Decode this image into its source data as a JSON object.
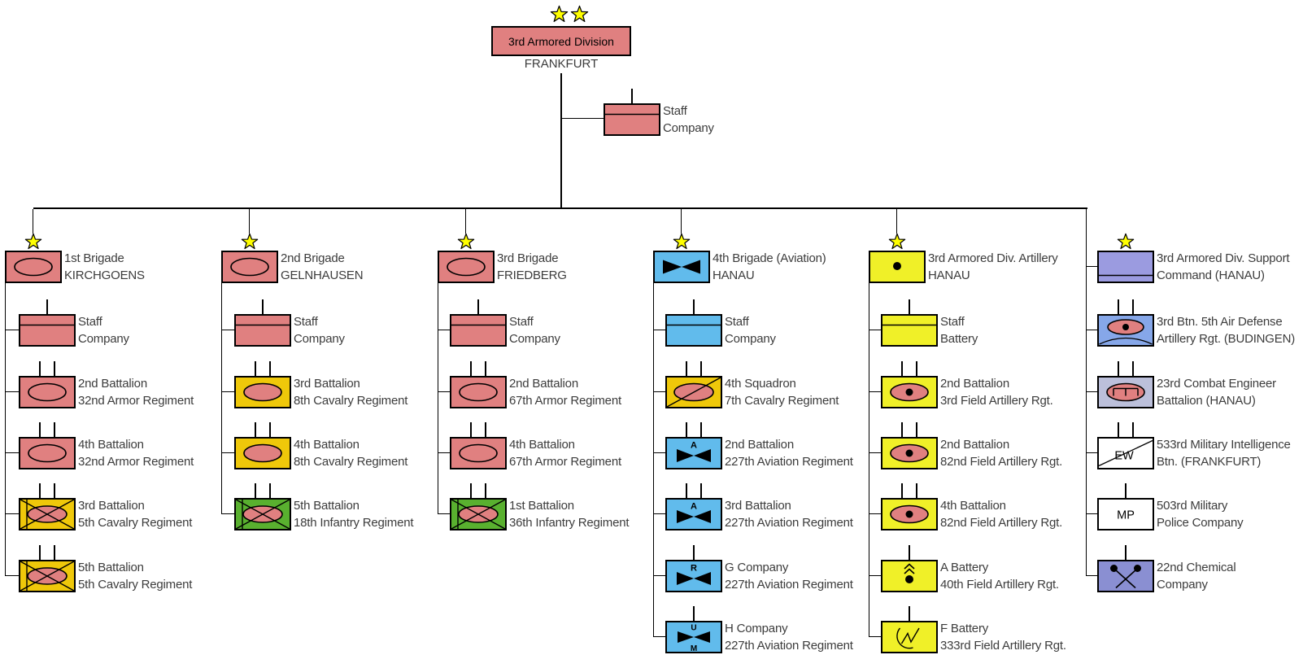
{
  "colors": {
    "armor_salmon": "#E08080",
    "cavalry_gold": "#EFC80A",
    "artillery_yellow": "#F0F028",
    "infantry_green": "#59B02F",
    "aviation_blue": "#61BBEC",
    "air_defense_blue": "#86A7E9",
    "engineer_lavender": "#BCC0DB",
    "support_periwinkle": "#9B9BE0",
    "chemical_periwinkle": "#8A8FD2",
    "white": "#FFFFFF",
    "star_yellow": "#FFFF00",
    "line_black": "#000000",
    "label_gray": "#3C3C3C"
  },
  "division": {
    "name": "3rd Armored Division",
    "location": "FRANKFURT",
    "stars": 2,
    "color": "armor_salmon",
    "staff": {
      "line1": "Staff",
      "line2": "Company",
      "symbol": "staff",
      "color": "armor_salmon",
      "ticks": 1
    }
  },
  "columns": [
    {
      "head": {
        "line1": "1st Brigade",
        "line2": "KIRCHGOENS",
        "symbol": "armor",
        "color": "armor_salmon",
        "star": true
      },
      "units": [
        {
          "line1": "Staff",
          "line2": "Company",
          "symbol": "staff",
          "color": "armor_salmon",
          "ticks": 1
        },
        {
          "line1": "2nd Battalion",
          "line2": "32nd Armor Regiment",
          "symbol": "armor",
          "color": "armor_salmon",
          "ticks": 2
        },
        {
          "line1": "4th Battalion",
          "line2": "32nd Armor Regiment",
          "symbol": "armor",
          "color": "armor_salmon",
          "ticks": 2
        },
        {
          "line1": "3rd Battalion",
          "line2": "5th Cavalry Regiment",
          "symbol": "mech",
          "color": "cavalry_gold",
          "ticks": 2
        },
        {
          "line1": "5th Battalion",
          "line2": "5th Cavalry Regiment",
          "symbol": "mech",
          "color": "cavalry_gold",
          "ticks": 2
        }
      ]
    },
    {
      "head": {
        "line1": "2nd Brigade",
        "line2": "GELNHAUSEN",
        "symbol": "armor",
        "color": "armor_salmon",
        "star": true
      },
      "units": [
        {
          "line1": "Staff",
          "line2": "Company",
          "symbol": "staff",
          "color": "armor_salmon",
          "ticks": 1
        },
        {
          "line1": "3rd Battalion",
          "line2": "8th Cavalry Regiment",
          "symbol": "cav",
          "color": "cavalry_gold",
          "ticks": 2
        },
        {
          "line1": "4th Battalion",
          "line2": "8th Cavalry Regiment",
          "symbol": "cav",
          "color": "cavalry_gold",
          "ticks": 2
        },
        {
          "line1": "5th Battalion",
          "line2": "18th Infantry Regiment",
          "symbol": "mech",
          "color": "infantry_green",
          "ticks": 2
        }
      ]
    },
    {
      "head": {
        "line1": "3rd Brigade",
        "line2": "FRIEDBERG",
        "symbol": "armor",
        "color": "armor_salmon",
        "star": true
      },
      "units": [
        {
          "line1": "Staff",
          "line2": "Company",
          "symbol": "staff",
          "color": "armor_salmon",
          "ticks": 1
        },
        {
          "line1": "2nd Battalion",
          "line2": "67th Armor Regiment",
          "symbol": "armor",
          "color": "armor_salmon",
          "ticks": 2
        },
        {
          "line1": "4th Battalion",
          "line2": "67th Armor Regiment",
          "symbol": "armor",
          "color": "armor_salmon",
          "ticks": 2
        },
        {
          "line1": "1st Battalion",
          "line2": "36th Infantry Regiment",
          "symbol": "mech",
          "color": "infantry_green",
          "ticks": 2
        }
      ]
    },
    {
      "head": {
        "line1": "4th Brigade (Aviation)",
        "line2": "HANAU",
        "symbol": "avn",
        "color": "aviation_blue",
        "star": true
      },
      "units": [
        {
          "line1": "Staff",
          "line2": "Company",
          "symbol": "staff",
          "color": "aviation_blue",
          "ticks": 1
        },
        {
          "line1": "4th Squadron",
          "line2": "7th Cavalry Regiment",
          "symbol": "aircav",
          "color": "cavalry_gold",
          "ticks": 2
        },
        {
          "line1": "2nd Battalion",
          "line2": "227th Aviation Regiment",
          "symbol": "avn_a",
          "color": "aviation_blue",
          "ticks": 2,
          "glyph": "A"
        },
        {
          "line1": "3rd Battalion",
          "line2": "227th Aviation Regiment",
          "symbol": "avn_a",
          "color": "aviation_blue",
          "ticks": 2,
          "glyph": "A"
        },
        {
          "line1": "G Company",
          "line2": "227th Aviation Regiment",
          "symbol": "avn_r",
          "color": "aviation_blue",
          "ticks": 1,
          "glyph": "R"
        },
        {
          "line1": "H Company",
          "line2": "227th Aviation Regiment",
          "symbol": "avn_um",
          "color": "aviation_blue",
          "ticks": 1,
          "glyph": "U",
          "glyph2": "M"
        }
      ]
    },
    {
      "head": {
        "line1": "3rd Armored Div. Artillery",
        "line2": "HANAU",
        "symbol": "arty",
        "color": "artillery_yellow",
        "star": true
      },
      "units": [
        {
          "line1": "Staff",
          "line2": "Battery",
          "symbol": "staff",
          "color": "artillery_yellow",
          "ticks": 1
        },
        {
          "line1": "2nd Battalion",
          "line2": "3rd Field Artillery Rgt.",
          "symbol": "arty_sp",
          "color": "artillery_yellow",
          "ticks": 2
        },
        {
          "line1": "2nd Battalion",
          "line2": "82nd Field Artillery Rgt.",
          "symbol": "arty_sp",
          "color": "artillery_yellow",
          "ticks": 2
        },
        {
          "line1": "4th Battalion",
          "line2": "82nd Field Artillery Rgt.",
          "symbol": "arty_sp",
          "color": "artillery_yellow",
          "ticks": 2
        },
        {
          "line1": "A Battery",
          "line2": "40th Field Artillery Rgt.",
          "symbol": "mlrs",
          "color": "artillery_yellow",
          "ticks": 1
        },
        {
          "line1": "F Battery",
          "line2": "333rd Field Artillery Rgt.",
          "symbol": "radar",
          "color": "artillery_yellow",
          "ticks": 1
        }
      ]
    },
    {
      "head": {
        "line1": "3rd Armored Div. Support",
        "line2": "Command (HANAU)",
        "symbol": "sptcmd",
        "color": "support_periwinkle",
        "star": true,
        "side": true
      },
      "units": [
        {
          "line1": "3rd Btn. 5th Air Defense",
          "line2": "Artillery Rgt. (BUDINGEN)",
          "symbol": "ada",
          "color": "air_defense_blue",
          "ticks": 2
        },
        {
          "line1": "23rd Combat Engineer",
          "line2": "Battalion (HANAU)",
          "symbol": "engineer",
          "color": "engineer_lavender",
          "ticks": 2
        },
        {
          "line1": "533rd Military Intelligence",
          "line2": "Btn. (FRANKFURT)",
          "symbol": "ew",
          "color": "white",
          "ticks": 2,
          "glyph": "EW"
        },
        {
          "line1": "503rd Military",
          "line2": "Police Company",
          "symbol": "mp",
          "color": "white",
          "ticks": 1,
          "glyph": "MP"
        },
        {
          "line1": "22nd Chemical",
          "line2": "Company",
          "symbol": "chem",
          "color": "chemical_periwinkle",
          "ticks": 1
        }
      ]
    }
  ]
}
